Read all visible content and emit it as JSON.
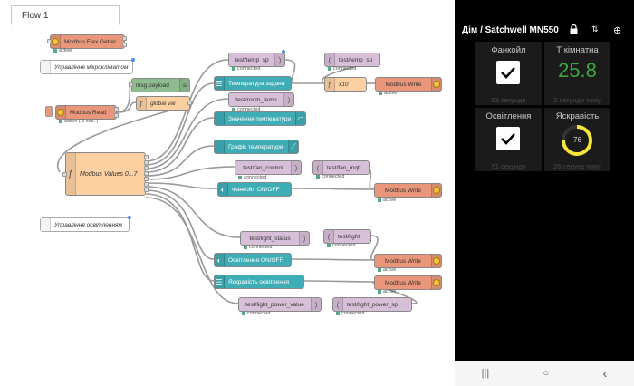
{
  "editor": {
    "tab": "Flow 1",
    "nodes": {
      "modbus_flex_getter": "Modbus Flex Getter",
      "comment_climate": "Управління мікрокліматом",
      "modbus_read": "Modbus Read",
      "msg_payload": "msg.payload",
      "global_var": "global var",
      "modbus_values": "Modbus Values 0...7",
      "comment_light": "Управління освітленням",
      "temp_sp_in": "test/temp_sp",
      "temp_set_slider": "Температура задана",
      "room_temp": "test/room_temp",
      "temp_value_gauge": "Значення температури",
      "temp_chart": "Графік температури",
      "fan_control": "test/fan_control",
      "fan_switch": "Фанкойл ON/OFF",
      "temp_sp_out": "test/temp_sp",
      "x10": "x10",
      "modbus_write_1": "Modbus Write",
      "fan_mqtt": "test/fan_mqtt",
      "modbus_write_2": "Modbus Write",
      "light_status": "test/light_status",
      "light_in": "test/light",
      "light_switch": "Освітлення ON/OFF",
      "modbus_write_3": "Modbus Write",
      "brightness_slider": "Яскравість освітлення",
      "modbus_write_4": "Modbus Write",
      "light_power_value": "test/light_power_value",
      "light_power_sp": "test/light_power_sp"
    },
    "statuses": {
      "active": "active",
      "active_5sec": "active ( 5 sec. )",
      "connected": "connected"
    }
  },
  "dashboard": {
    "title": "Дім / Satchwell MN550",
    "cards": {
      "fancoil_title": "Фанкойл",
      "fancoil_time": "53 секунди",
      "temp_title": "Т кімнатна",
      "temp_value": "25.8",
      "temp_time": "2 секунди тому",
      "light_title": "Освітлення",
      "light_time": "51 секунду",
      "bright_title": "Яскравість",
      "bright_value": "76",
      "bright_time": "26 секунд тому"
    },
    "icons": [
      "lock-icon",
      "sort-icon",
      "add-circle-icon"
    ],
    "nav": {
      "menu": "|||",
      "home": "○",
      "back": "‹"
    },
    "colors": {
      "accent_green": "#3aa53f",
      "gauge_yellow": "#f5e63b"
    }
  }
}
